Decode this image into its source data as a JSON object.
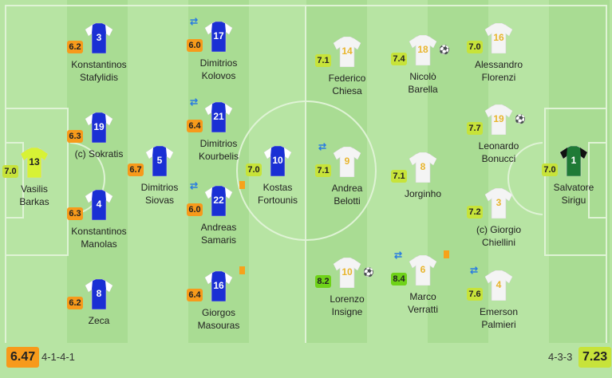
{
  "colors": {
    "home_shirt": "#1a2fd4",
    "home_sleeve": "#ffffff",
    "home_gk_shirt": "#d7f235",
    "away_shirt": "#f4f4f4",
    "away_number": "#e8b52e",
    "away_gk_shirt": "#1f7a36",
    "rating_low": "#f79a1b",
    "rating_mid": "#c7e33a",
    "rating_high": "#6fd219"
  },
  "home": {
    "rating": "6.47",
    "formation": "4-1-4-1",
    "players": [
      {
        "id": "h13",
        "number": "13",
        "name": "Vasilis\nBarkas",
        "rating": "7.0",
        "gk": true
      },
      {
        "id": "h3",
        "number": "3",
        "name": "Konstantinos\nStafylidis",
        "rating": "6.2"
      },
      {
        "id": "h19",
        "number": "19",
        "name": "(c) Sokratis",
        "rating": "6.3"
      },
      {
        "id": "h4",
        "number": "4",
        "name": "Konstantinos\nManolas",
        "rating": "6.3"
      },
      {
        "id": "h8",
        "number": "8",
        "name": "Zeca",
        "rating": "6.2"
      },
      {
        "id": "h5",
        "number": "5",
        "name": "Dimitrios\nSiovas",
        "rating": "6.7"
      },
      {
        "id": "h17",
        "number": "17",
        "name": "Dimitrios\nKolovos",
        "rating": "6.0",
        "sub": true
      },
      {
        "id": "h21",
        "number": "21",
        "name": "Dimitrios\nKourbelis",
        "rating": "6.4",
        "sub": true
      },
      {
        "id": "h22",
        "number": "22",
        "name": "Andreas\nSamaris",
        "rating": "6.0",
        "sub": true,
        "card": true
      },
      {
        "id": "h16",
        "number": "16",
        "name": "Giorgos\nMasouras",
        "rating": "6.4",
        "card": true
      },
      {
        "id": "h10",
        "number": "10",
        "name": "Kostas\nFortounis",
        "rating": "7.0"
      }
    ]
  },
  "away": {
    "rating": "7.23",
    "formation": "4-3-3",
    "players": [
      {
        "id": "a14",
        "number": "14",
        "name": "Federico\nChiesa",
        "rating": "7.1"
      },
      {
        "id": "a9",
        "number": "9",
        "name": "Andrea\nBelotti",
        "rating": "7.1",
        "sub": true
      },
      {
        "id": "a10",
        "number": "10",
        "name": "Lorenzo\nInsigne",
        "rating": "8.2",
        "goal": true
      },
      {
        "id": "a18",
        "number": "18",
        "name": "Nicolò\nBarella",
        "rating": "7.4",
        "goal": true
      },
      {
        "id": "a8",
        "number": "8",
        "name": "Jorginho",
        "rating": "7.1"
      },
      {
        "id": "a6",
        "number": "6",
        "name": "Marco\nVerratti",
        "rating": "8.4",
        "sub": true,
        "card": true
      },
      {
        "id": "a16",
        "number": "16",
        "name": "Alessandro\nFlorenzi",
        "rating": "7.0"
      },
      {
        "id": "a19",
        "number": "19",
        "name": "Leonardo\nBonucci",
        "rating": "7.7",
        "goal": true
      },
      {
        "id": "a3",
        "number": "3",
        "name": "(c) Giorgio\nChiellini",
        "rating": "7.2"
      },
      {
        "id": "a4",
        "number": "4",
        "name": "Emerson\nPalmieri",
        "rating": "7.6",
        "sub": true
      },
      {
        "id": "a1",
        "number": "1",
        "name": "Salvatore\nSirigu",
        "rating": "7.0",
        "gk": true
      }
    ]
  }
}
